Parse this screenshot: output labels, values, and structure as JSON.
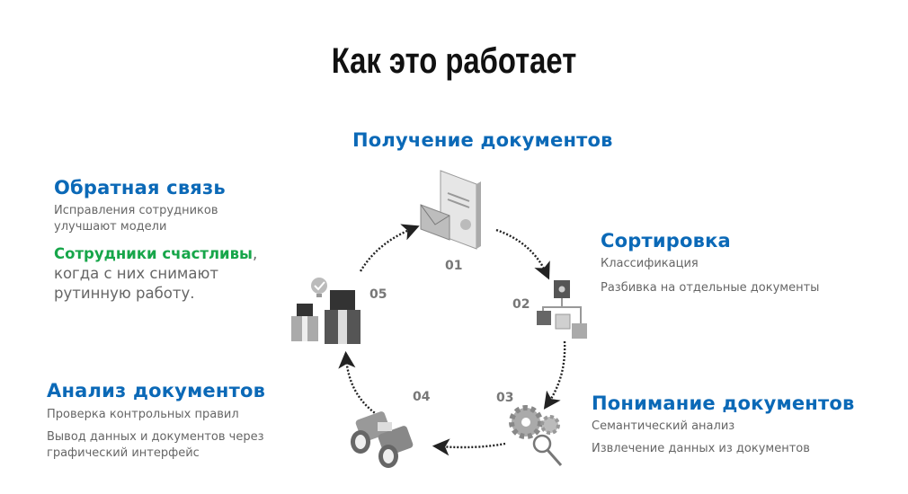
{
  "title": "Как это работает",
  "colors": {
    "heading": "#0b69b7",
    "accent_green": "#17a64a",
    "text": "#666666"
  },
  "steps": [
    {
      "number": "01",
      "icon": "document-envelope-icon",
      "heading": "Получение документов",
      "lines": []
    },
    {
      "number": "02",
      "icon": "hierarchy-icon",
      "heading": "Сортировка",
      "lines": [
        "Классификация",
        "Разбивка на отдельные документы"
      ]
    },
    {
      "number": "03",
      "icon": "gears-magnifier-icon",
      "heading": "Понимание документов",
      "lines": [
        "Семантический анализ",
        "Извлечение данных из документов"
      ]
    },
    {
      "number": "04",
      "icon": "binoculars-icon",
      "heading": "Анализ документов",
      "lines": [
        "Проверка контрольных правил",
        "Вывод данных и документов через",
        "графический интерфейс"
      ]
    },
    {
      "number": "05",
      "icon": "people-lightbulb-icon",
      "heading": "Обратная связь",
      "lines": [
        "Исправления сотрудников",
        "улучшают модели"
      ],
      "highlight": "Сотрудники счастливы",
      "highlight_rest": [
        ",",
        "когда с них снимают",
        "рутинную работу."
      ]
    }
  ]
}
